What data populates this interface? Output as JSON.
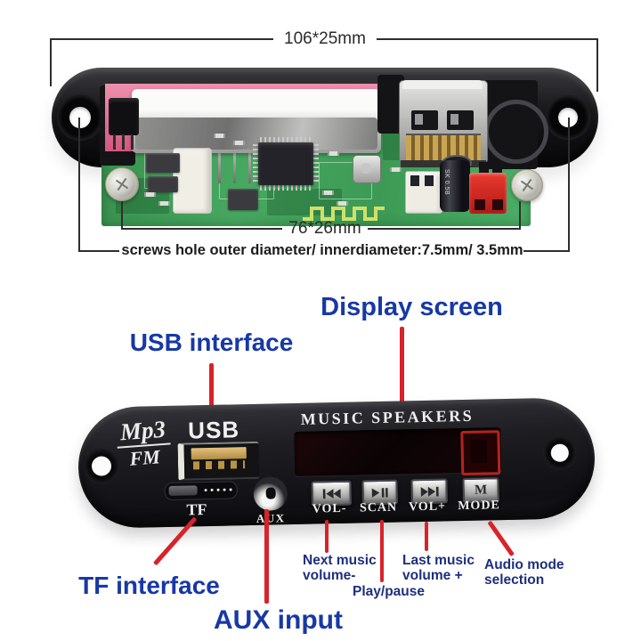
{
  "top_photo": {
    "dim_width_label": "106*25mm",
    "dim_board_label": "76*26mm",
    "screws_note": "screws hole outer diameter/ innerdiameter:7.5mm/ 3.5mm",
    "capacitor_text": "SK 0.5B"
  },
  "callouts": {
    "usb": "USB interface",
    "display": "Display screen",
    "tf": "TF interface",
    "aux": "AUX input",
    "next_music": "Next music\nvolume-",
    "play_pause": "Play/pause",
    "last_music": "Last music\nvolume +",
    "audio_mode": "Audio mode\nselection"
  },
  "panel": {
    "brand_top": "Mp3",
    "brand_bottom": "FM",
    "usb_label": "USB",
    "title": "MUSIC SPEAKERS",
    "tf_label": "TF",
    "aux_label": "AUX",
    "mode_icon_letter": "M",
    "buttons": [
      {
        "label": "VOL-",
        "icon": "previous-track-icon"
      },
      {
        "label": "SCAN",
        "icon": "play-pause-icon"
      },
      {
        "label": "VOL+",
        "icon": "next-track-icon"
      },
      {
        "label": "MODE",
        "icon": "mode-m-icon"
      }
    ]
  },
  "colors": {
    "callout_blue": "#1738a6",
    "callout_navy": "#1d2f7d",
    "line_red": "#d8232a",
    "pcb_green": "#41a05a",
    "jumper_red": "#d42420",
    "display_back_pink": "#e0688e",
    "panel_black": "#1a1a1e"
  }
}
